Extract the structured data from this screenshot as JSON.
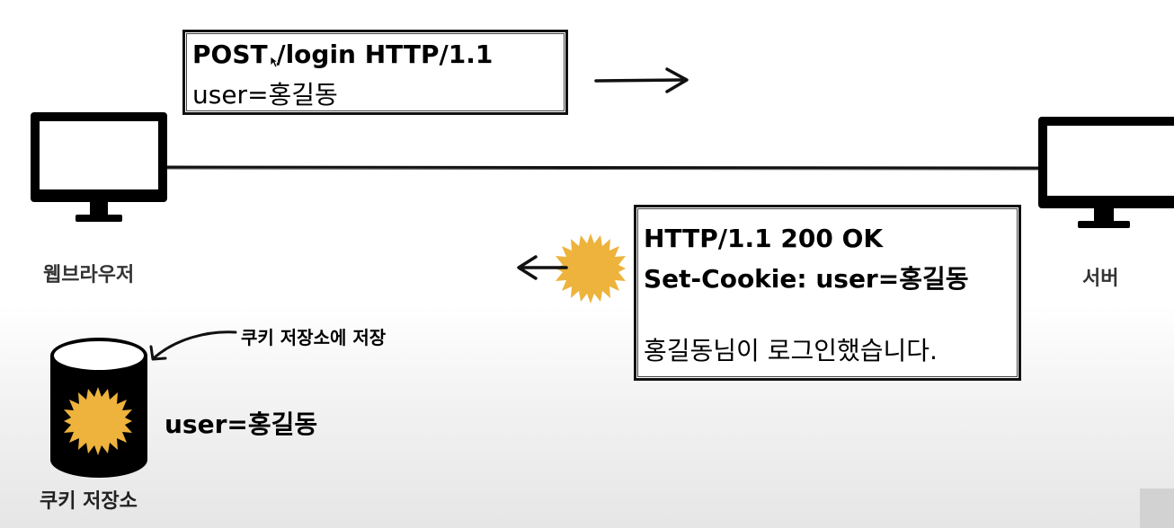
{
  "request": {
    "line1": "POST /login HTTP/1.1",
    "line2": "user=홍길동"
  },
  "response": {
    "status_line": "HTTP/1.1 200 OK",
    "header_line": "Set-Cookie: user=홍길동",
    "body_line": "홍길동님이 로그인했습니다."
  },
  "client": {
    "label": "웹브라우저",
    "icon": "monitor-icon"
  },
  "server": {
    "label": "서버",
    "icon": "monitor-icon"
  },
  "cookie_store": {
    "label": "쿠키 저장소",
    "note": "쿠키 저장소에 저장",
    "value": "user=홍길동",
    "icon": "database-cylinder-icon"
  },
  "colors": {
    "cookie": "#EDB33C",
    "ink": "#111111",
    "label_gray": "#333333"
  }
}
